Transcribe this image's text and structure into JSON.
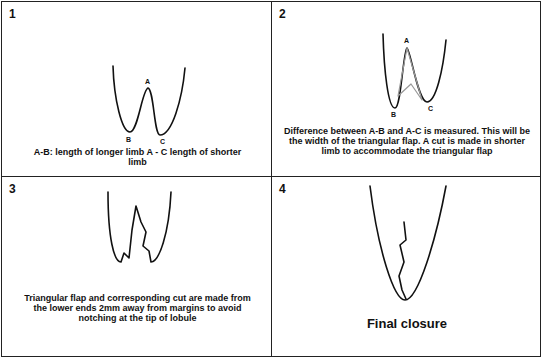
{
  "diagram": {
    "nodes": [
      {
        "text": [
          "1",
          "A-B: length of longer limb A - C length of shorter limb"
        ]
      },
      {
        "text": [
          "2",
          "Difference between A-B and A-C is measured. This will be the width of the triangular flap. A cut is made in shorter limb to accommodate the triangular flap"
        ]
      },
      {
        "text": [
          "3",
          "Triangular flap and corresponding cut are made from the lower ends 2mm away from margins to avoid notching at the tip of lobule"
        ]
      },
      {
        "text": [
          "4",
          "Final closure"
        ]
      }
    ],
    "labels": [
      "A",
      "B",
      "C",
      "A",
      "B",
      "C"
    ]
  }
}
